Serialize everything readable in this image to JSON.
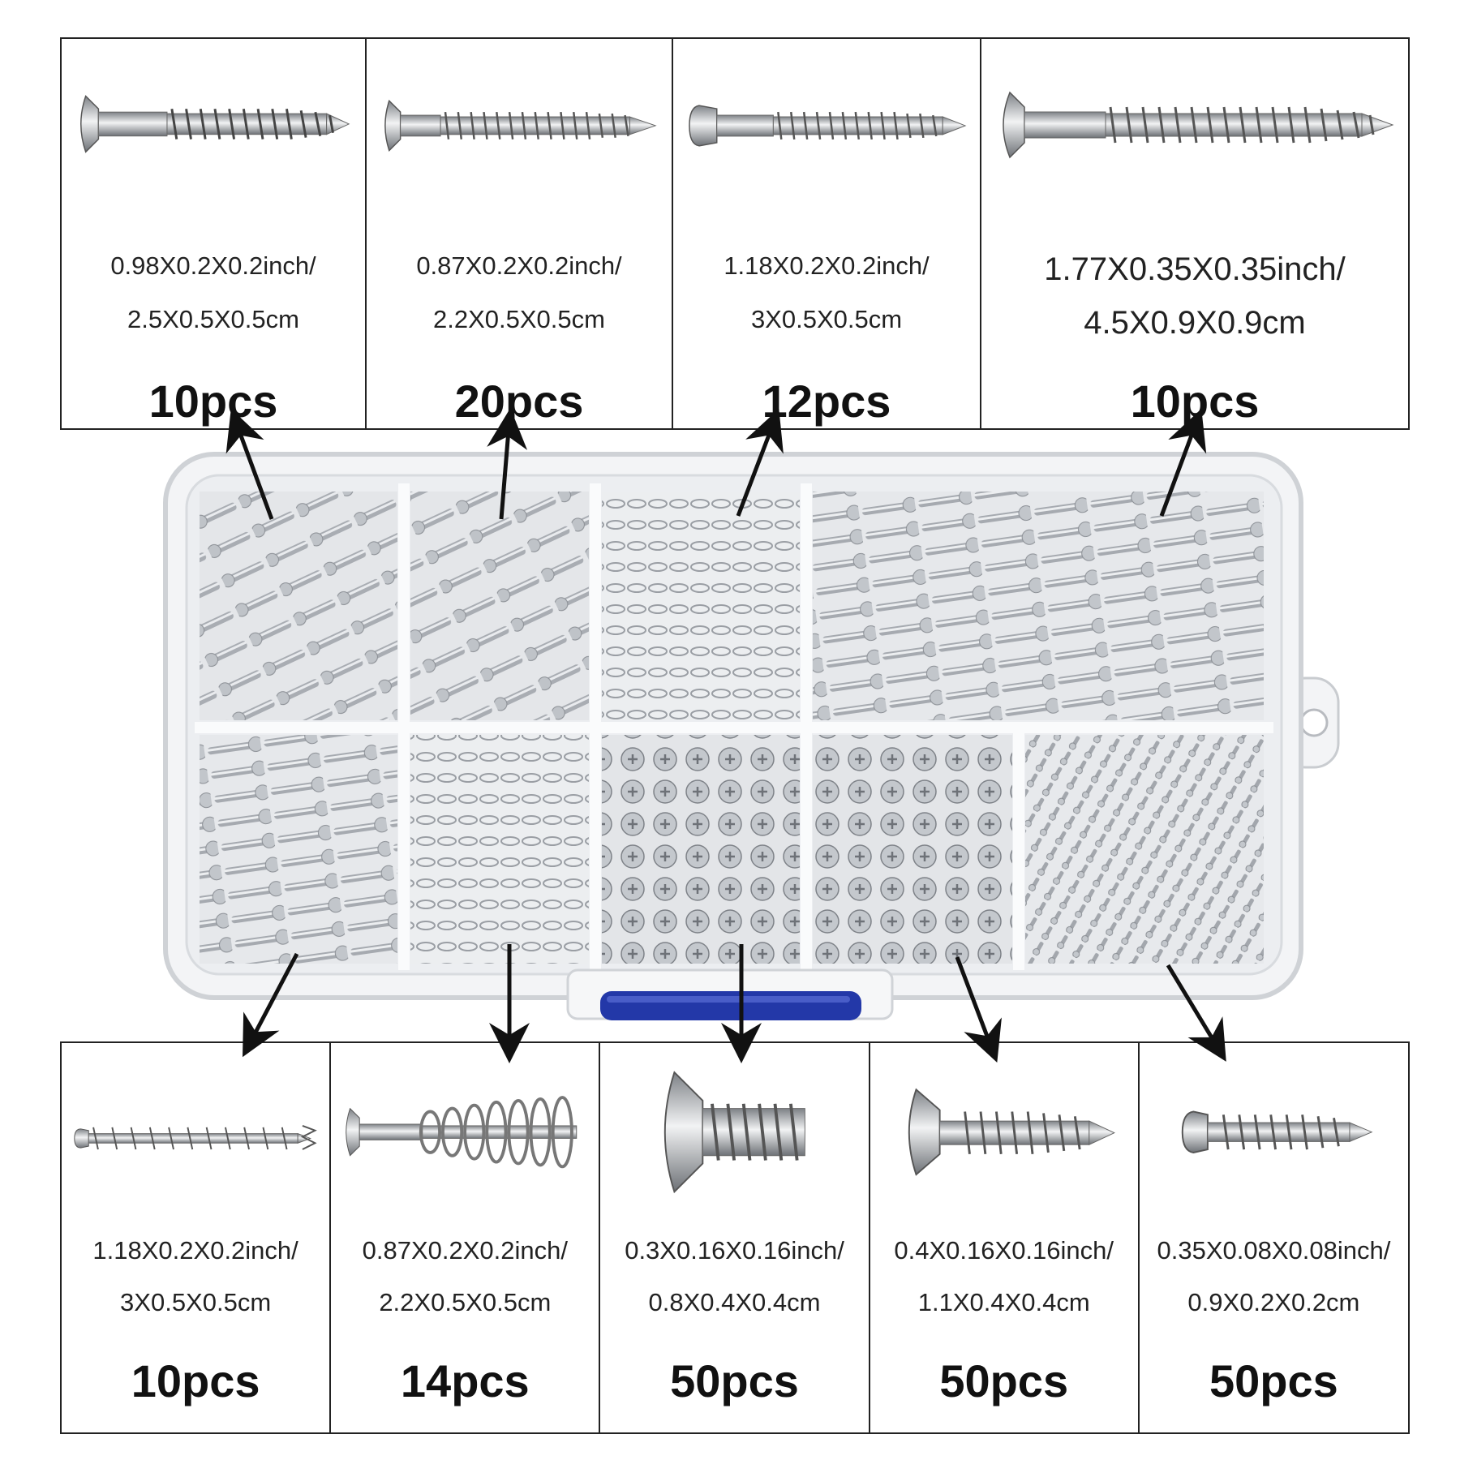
{
  "top_items": [
    {
      "dim_inch": "0.98X0.2X0.2inch/",
      "dim_cm": "2.5X0.5X0.5cm",
      "qty": "10pcs"
    },
    {
      "dim_inch": "0.87X0.2X0.2inch/",
      "dim_cm": "2.2X0.5X0.5cm",
      "qty": "20pcs"
    },
    {
      "dim_inch": "1.18X0.2X0.2inch/",
      "dim_cm": "3X0.5X0.5cm",
      "qty": "12pcs"
    },
    {
      "dim_inch": "1.77X0.35X0.35inch/",
      "dim_cm": "4.5X0.9X0.9cm",
      "qty": "10pcs"
    }
  ],
  "bottom_items": [
    {
      "dim_inch": "1.18X0.2X0.2inch/",
      "dim_cm": "3X0.5X0.5cm",
      "qty": "10pcs"
    },
    {
      "dim_inch": "0.87X0.2X0.2inch/",
      "dim_cm": "2.2X0.5X0.5cm",
      "qty": "14pcs"
    },
    {
      "dim_inch": "0.3X0.16X0.16inch/",
      "dim_cm": "0.8X0.4X0.4cm",
      "qty": "50pcs"
    },
    {
      "dim_inch": "0.4X0.16X0.16inch/",
      "dim_cm": "1.1X0.4X0.4cm",
      "qty": "50pcs"
    },
    {
      "dim_inch": "0.35X0.08X0.08inch/",
      "dim_cm": "0.9X0.2X0.2cm",
      "qty": "50pcs"
    }
  ],
  "colors": {
    "border": "#222222",
    "metal": "#b8bcc2",
    "box": "#f1f2f4",
    "latch": "#2338a8",
    "arrow": "#111111"
  }
}
